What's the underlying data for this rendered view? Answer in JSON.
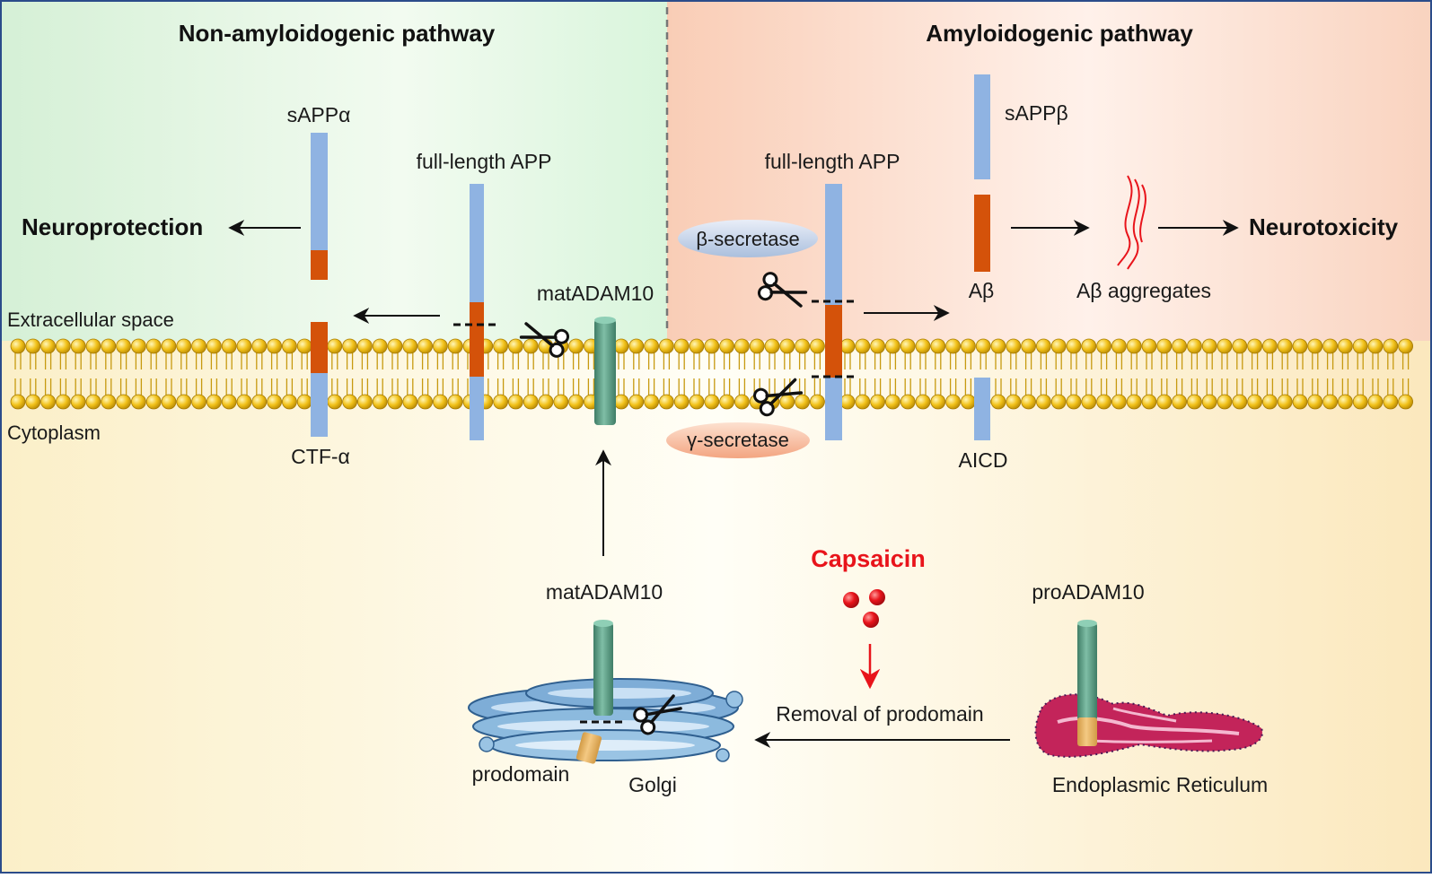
{
  "headings": {
    "non_amyloidogenic": "Non-amyloidogenic pathway",
    "amyloidogenic": "Amyloidogenic pathway"
  },
  "regions": {
    "extracellular": "Extracellular space",
    "cytoplasm": "Cytoplasm"
  },
  "left": {
    "sappa": "sAPPα",
    "full_app": "full-length APP",
    "matadam10": "matADAM10",
    "neuroprotection": "Neuroprotection",
    "ctf_alpha": "CTF-α"
  },
  "right": {
    "full_app": "full-length APP",
    "beta_secretase": "β-secretase",
    "gamma_secretase": "γ-secretase",
    "sappb": "sAPPβ",
    "abeta": "Aβ",
    "aggregates": "Aβ aggregates",
    "neurotoxicity": "Neurotoxicity",
    "aicd": "AICD"
  },
  "bottom": {
    "matadam10": "matADAM10",
    "capsaicin": "Capsaicin",
    "proadam10": "proADAM10",
    "removal": "Removal of prodomain",
    "prodomain": "prodomain",
    "golgi": "Golgi",
    "er": "Endoplasmic Reticulum"
  },
  "colors": {
    "app_blue": "#8fb3e2",
    "app_orange": "#d4520a",
    "adam_green": "#5ea088",
    "capsaicin_red": "#e8141b",
    "lipid_head": "#f2c21a"
  }
}
